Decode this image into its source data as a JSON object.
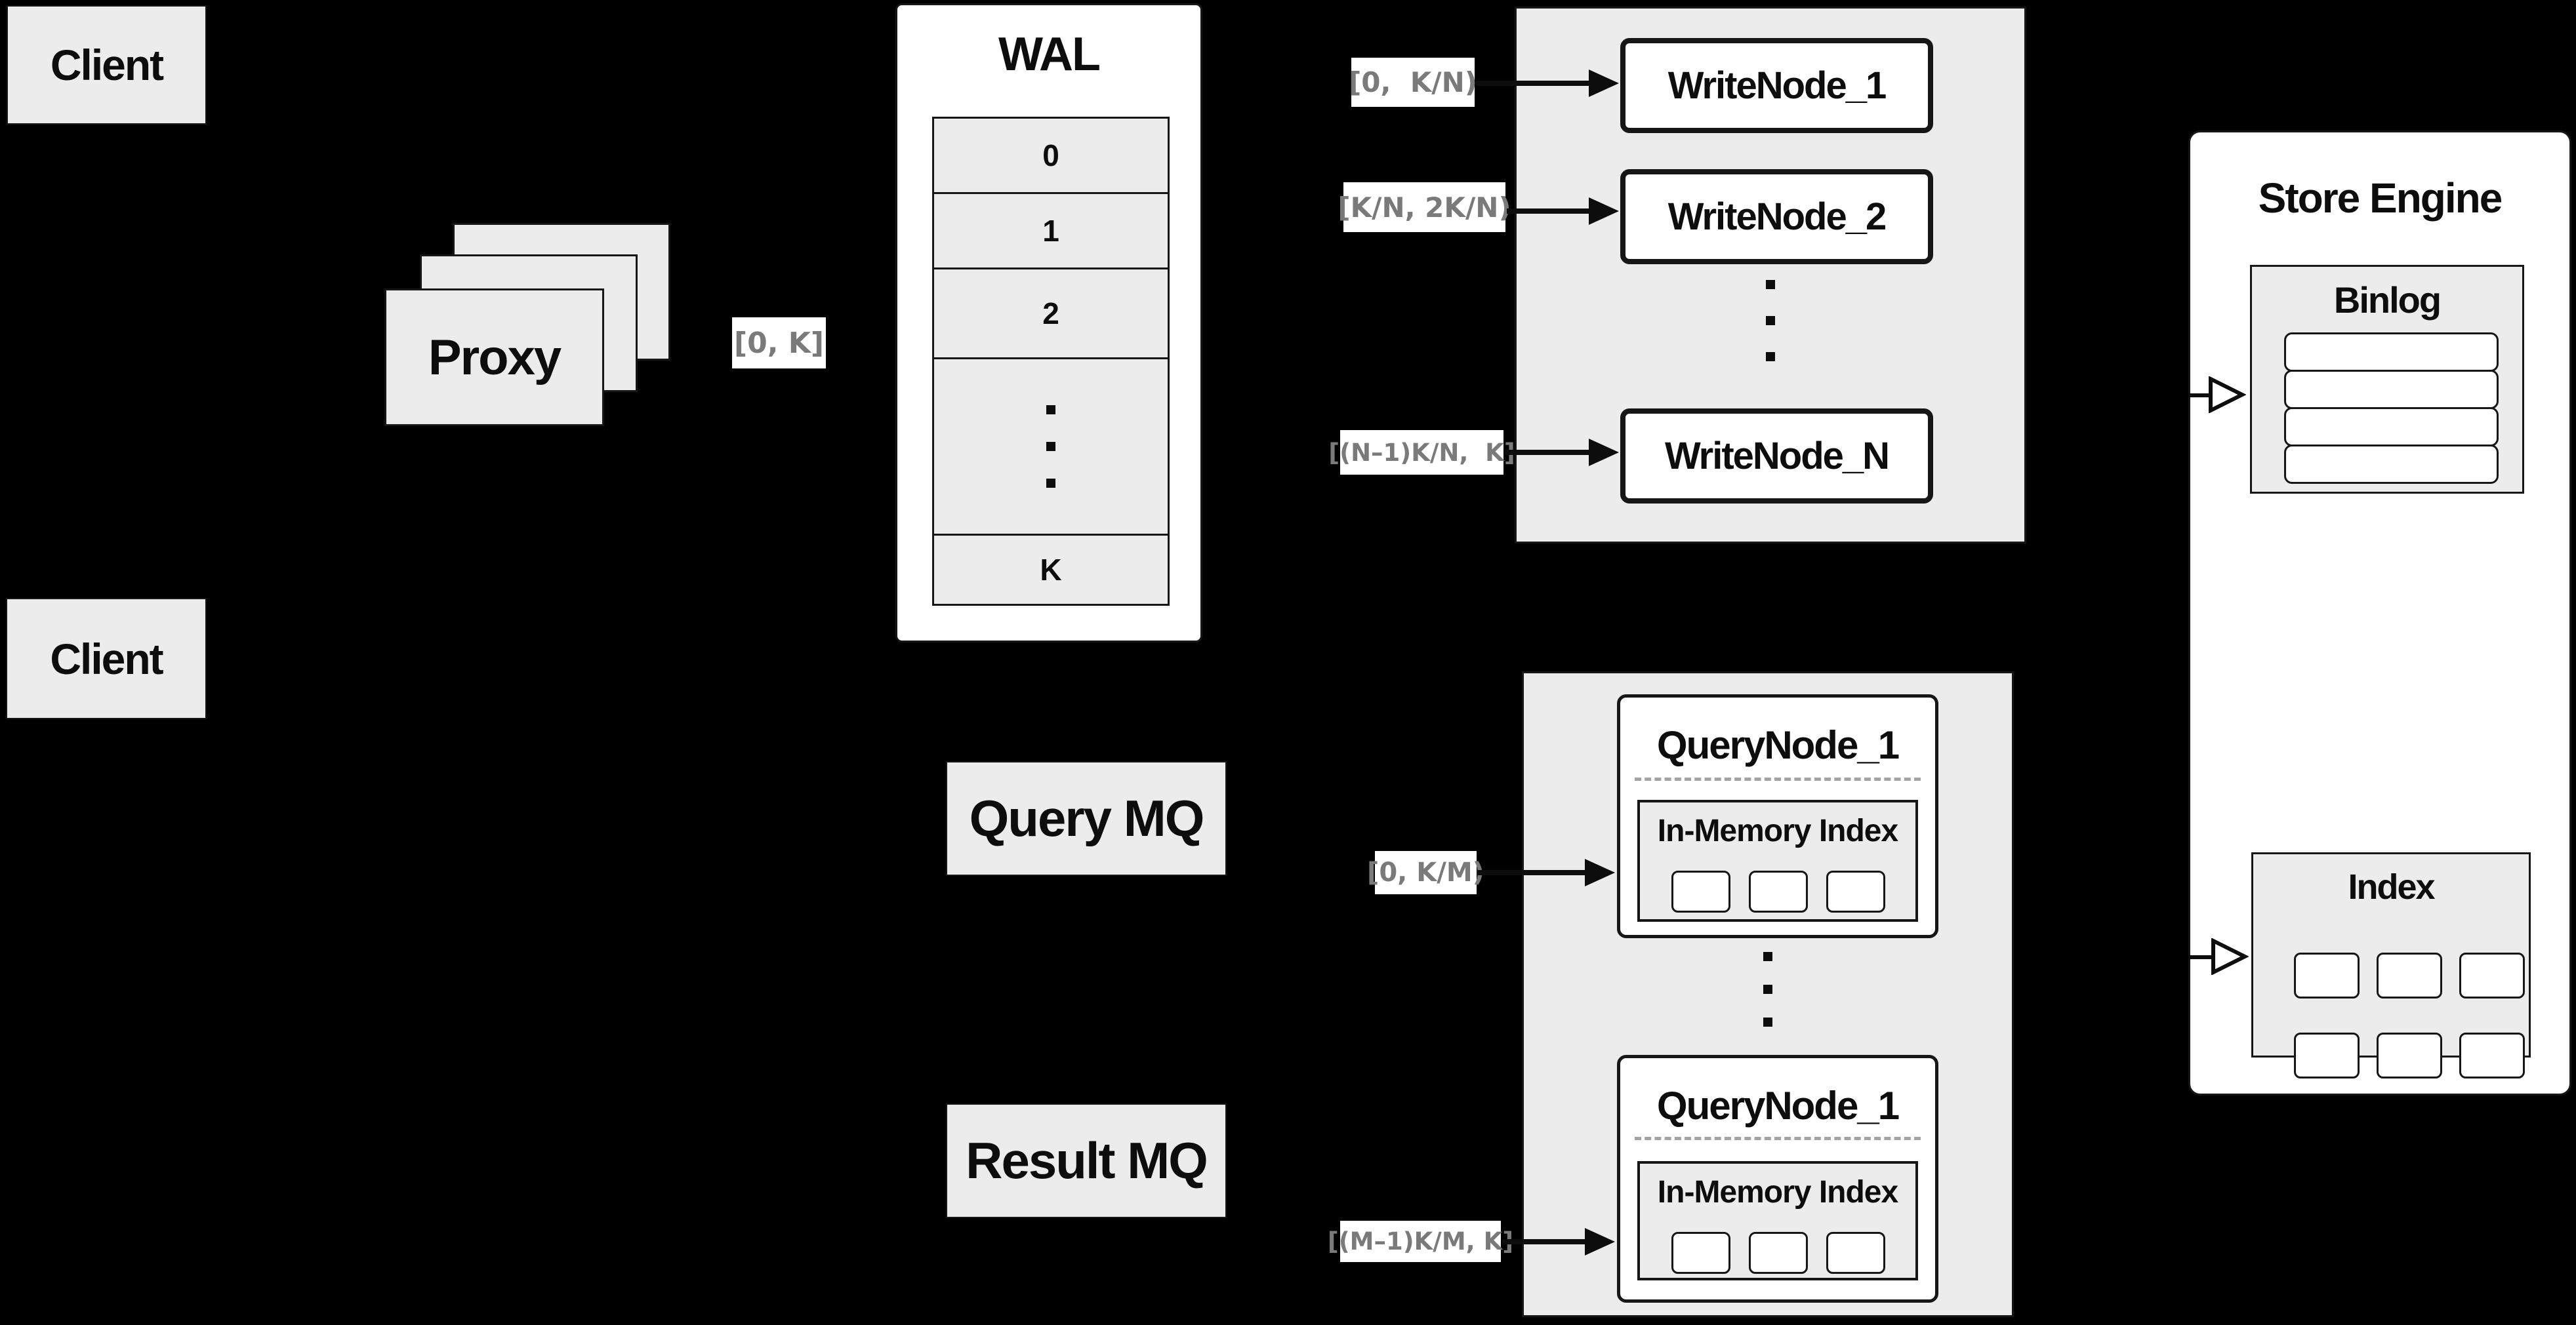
{
  "diagram": {
    "client_top": "Client",
    "client_bottom": "Client",
    "proxy": "Proxy",
    "wal": {
      "title": "WAL",
      "rows": [
        "0",
        "1",
        "2"
      ],
      "last_row": "K"
    },
    "write_nodes": {
      "n1": "WriteNode_1",
      "n2": "WriteNode_2",
      "nn": "WriteNode_N"
    },
    "query_mq": "Query MQ",
    "result_mq": "Result MQ",
    "query_node_top": {
      "title": "QueryNode_1",
      "index_title": "In-Memory Index"
    },
    "query_node_bottom": {
      "title": "QueryNode_1",
      "index_title": "In-Memory Index"
    },
    "store_engine": {
      "title": "Store Engine",
      "binlog_title": "Binlog",
      "index_title": "Index"
    },
    "edge_labels": {
      "proxy_out": "[0, K]",
      "to_wn1": "[0,  K/N)",
      "to_wn2": "[K/N, 2K/N)",
      "to_wnn": "[(N–1)K/N,  K]",
      "to_qn1": "[0, K/M)",
      "to_qnm": "[(M–1)K/M, K]"
    },
    "colors": {
      "background": "#000000",
      "box_gray": "#ececec",
      "box_white": "#ffffff",
      "border": "#161616",
      "range_text": "#7a7a7a"
    }
  }
}
